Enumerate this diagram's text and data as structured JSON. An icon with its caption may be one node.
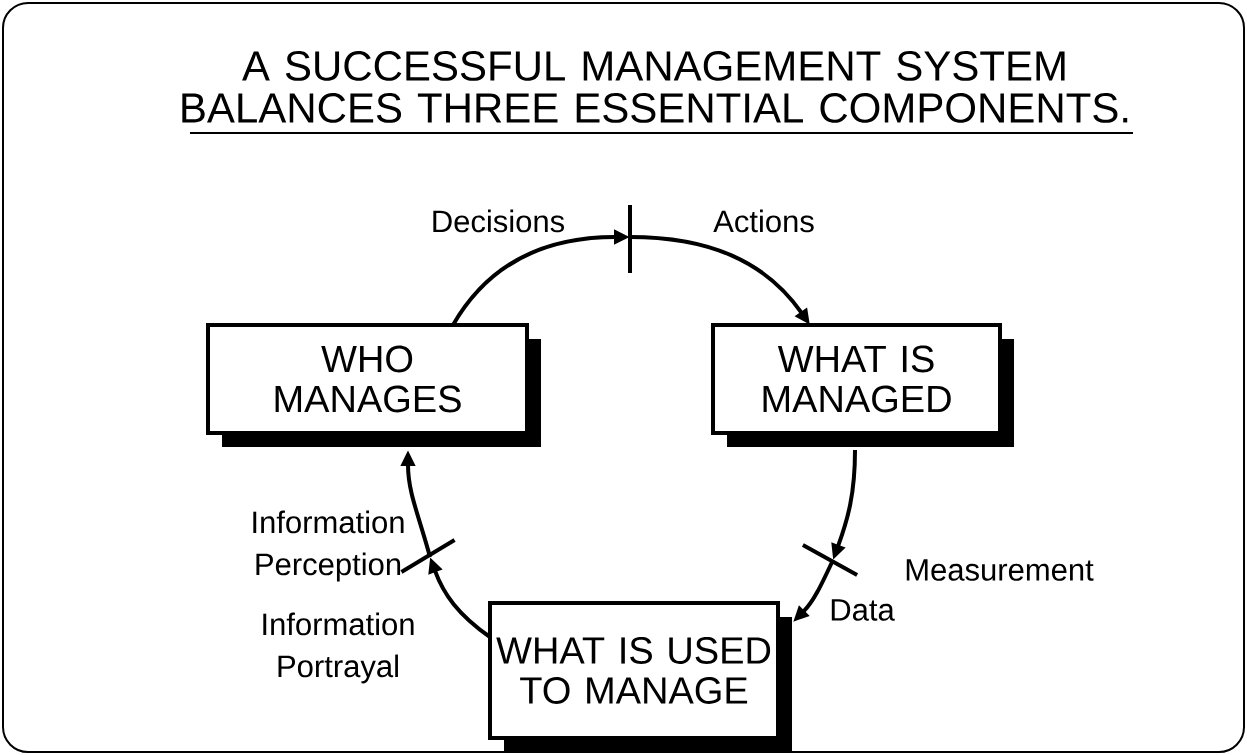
{
  "diagram": {
    "title": "A SUCCESSFUL MANAGEMENT SYSTEM BALANCES THREE ESSENTIAL COMPONENTS.",
    "nodes": [
      {
        "text": [
          "WHO MANAGES"
        ]
      },
      {
        "text": [
          "WHAT IS MANAGED"
        ]
      },
      {
        "text": [
          "WHAT IS USED TO MANAGE"
        ]
      },
      {
        "text": [],
        "shape": "bar"
      },
      {
        "text": [],
        "shape": "bar"
      },
      {
        "text": [],
        "shape": "bar"
      }
    ],
    "edges": [
      {
        "from": 0,
        "to": 3,
        "arrow": "to",
        "label": "Decisions"
      },
      {
        "from": 3,
        "to": 1,
        "arrow": "to",
        "label": "Actions"
      },
      {
        "from": 1,
        "to": 4,
        "arrow": "to",
        "label": "Measurement"
      },
      {
        "from": 4,
        "to": 2,
        "arrow": "to",
        "label": "Data"
      },
      {
        "from": 2,
        "to": 5,
        "arrow": "to",
        "label": "Information Portrayal"
      },
      {
        "from": 5,
        "to": 0,
        "arrow": "to",
        "label": "Information Perception"
      }
    ]
  }
}
